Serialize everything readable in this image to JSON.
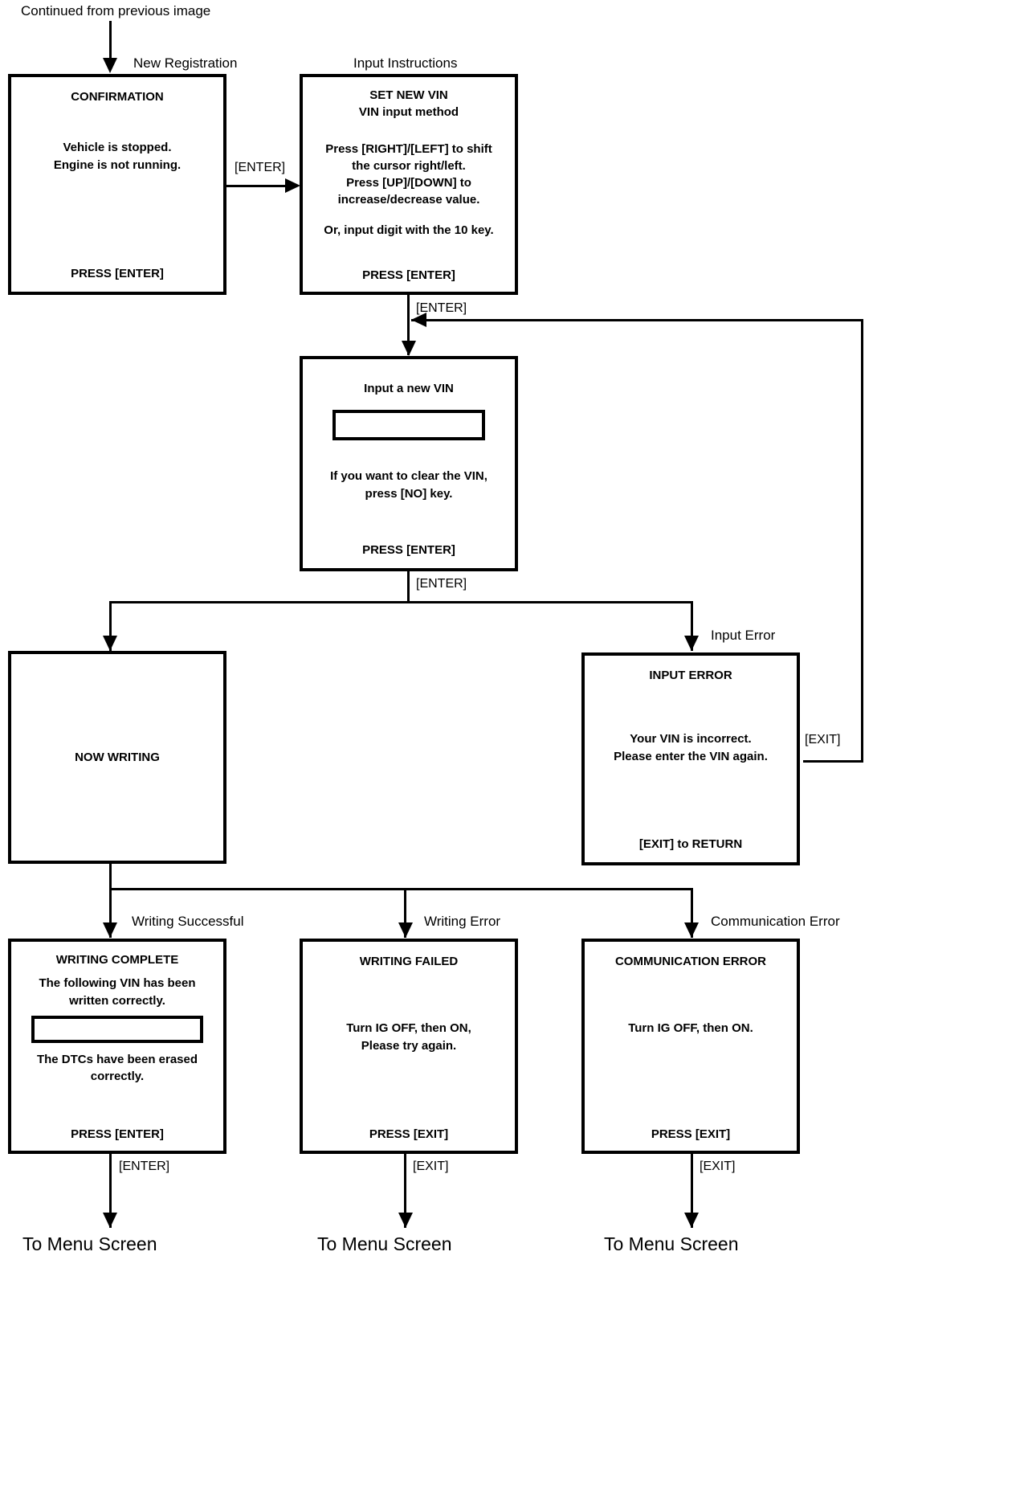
{
  "diagram": {
    "top_note": "Continued from previous image",
    "captions": {
      "new_registration": "New Registration",
      "input_instructions": "Input Instructions",
      "input_error": "Input Error",
      "writing_successful": "Writing Successful",
      "writing_error": "Writing Error",
      "communication_error": "Communication Error"
    },
    "edge_labels": {
      "enter_confirm_to_instructions": "[ENTER]",
      "enter_instructions_to_vin": "[ENTER]",
      "enter_vin_to_result": "[ENTER]",
      "exit_from_input_error": "[EXIT]",
      "enter_writing_complete": "[ENTER]",
      "exit_writing_failed": "[EXIT]",
      "exit_communication_error": "[EXIT]"
    },
    "terminals": {
      "menu_left": "To Menu Screen",
      "menu_center": "To Menu Screen",
      "menu_right": "To Menu Screen"
    },
    "screens": {
      "confirmation": {
        "title": "CONFIRMATION",
        "body": [
          "Vehicle is stopped.",
          "Engine is not running."
        ],
        "footer": "PRESS [ENTER]"
      },
      "set_new_vin": {
        "title_lines": [
          "SET NEW VIN",
          "VIN input method"
        ],
        "body": [
          "Press [RIGHT]/[LEFT] to shift",
          "the cursor right/left.",
          "Press [UP]/[DOWN] to",
          "increase/decrease value."
        ],
        "body2": [
          "Or, input digit with the 10 key."
        ],
        "footer": "PRESS [ENTER]"
      },
      "input_new_vin": {
        "title": "Input a new VIN",
        "field_value": "",
        "body": [
          "If you want to clear the VIN,",
          "press [NO] key."
        ],
        "footer": "PRESS [ENTER]"
      },
      "now_writing": {
        "title": "NOW WRITING"
      },
      "input_error": {
        "title": "INPUT ERROR",
        "body": [
          "Your VIN is incorrect.",
          "Please enter the VIN again."
        ],
        "footer": "[EXIT] to RETURN"
      },
      "writing_complete": {
        "title": "WRITING COMPLETE",
        "body": [
          "The following VIN has been",
          "written correctly."
        ],
        "field_value": "",
        "body2": [
          "The DTCs have been erased",
          "correctly."
        ],
        "footer": "PRESS [ENTER]"
      },
      "writing_failed": {
        "title": "WRITING FAILED",
        "body": [
          "Turn IG OFF, then ON,",
          "Please try again."
        ],
        "footer": "PRESS [EXIT]"
      },
      "communication_error": {
        "title": "COMMUNICATION ERROR",
        "body": [
          "Turn IG OFF, then ON."
        ],
        "footer": "PRESS [EXIT]"
      }
    }
  }
}
